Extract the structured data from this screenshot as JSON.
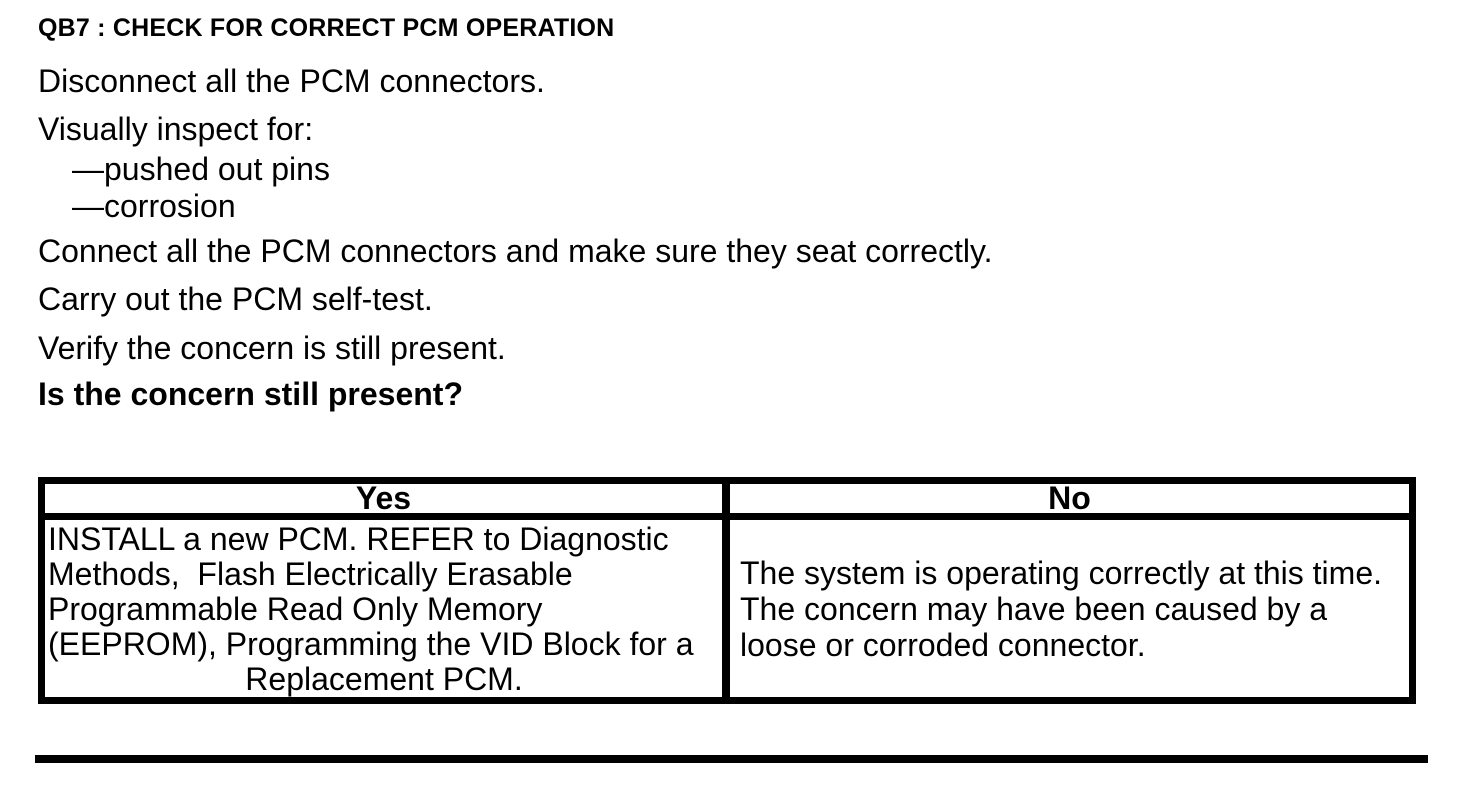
{
  "page": {
    "title": "QB7 : CHECK FOR CORRECT PCM OPERATION",
    "procedure": {
      "step_disconnect": "Disconnect all the PCM connectors.",
      "step_inspect": "Visually inspect for:",
      "inspect_items": [
        "—pushed out pins",
        "—corrosion"
      ],
      "step_connect": "Connect all the PCM connectors and make sure they seat correctly.",
      "step_selftest": "Carry out the PCM self-test.",
      "step_verify": "Verify the concern is still present.",
      "question": "Is the concern still present?"
    },
    "decision_table": {
      "yes_header": "Yes",
      "no_header": "No",
      "yes_action_lines": [
        "INSTALL a new PCM. REFER to Diagnostic",
        "Methods,  Flash Electrically Erasable",
        "Programmable Read Only Memory",
        "(EEPROM), Programming the VID Block for a",
        "Replacement PCM."
      ],
      "yes_action_full": "INSTALL a new PCM. REFER to Diagnostic Methods, Flash Electrically Erasable Programmable Read Only Memory (EEPROM), Programming the VID Block for a Replacement PCM.",
      "no_action_lines": [
        "The system is operating correctly at this time.",
        "The concern may have been caused by a",
        "loose or corroded connector."
      ],
      "no_action_full": "The system is operating correctly at this time. The concern may have been caused by a loose or corroded connector."
    }
  }
}
